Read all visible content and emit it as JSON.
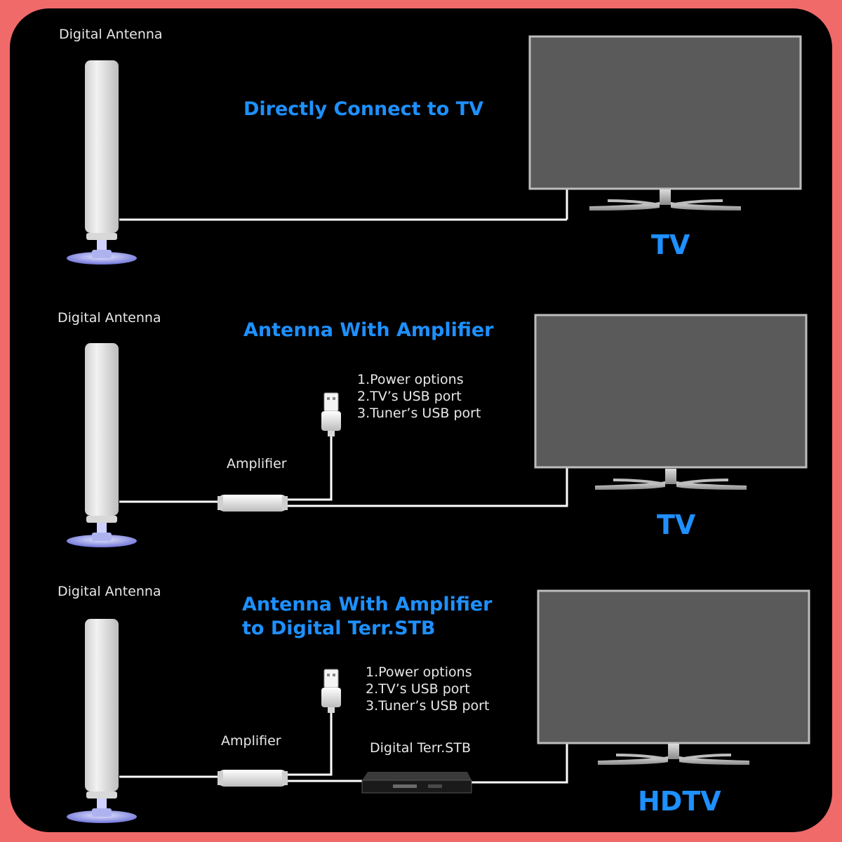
{
  "colors": {
    "background": "#000000",
    "frame": "#f06a6a",
    "accent": "#1e90ff",
    "cable": "#ffffff",
    "screen": "#5a5a5a"
  },
  "sections": [
    {
      "antenna_label": "Digital Antenna",
      "title_lines": [
        "Directly Connect to TV"
      ],
      "tv_label": "TV"
    },
    {
      "antenna_label": "Digital Antenna",
      "title_lines": [
        "Antenna With Amplifier"
      ],
      "amplifier_label": "Amplifier",
      "power_options": [
        "1.Power options",
        "2.TV’s USB port",
        "3.Tuner’s USB port"
      ],
      "tv_label": "TV"
    },
    {
      "antenna_label": "Digital Antenna",
      "title_lines": [
        "Antenna With Amplifier",
        "to Digital Terr.STB"
      ],
      "amplifier_label": "Amplifier",
      "power_options": [
        "1.Power options",
        "2.TV’s USB port",
        "3.Tuner’s USB port"
      ],
      "stb_label": "Digital Terr.STB",
      "tv_label": "HDTV"
    }
  ]
}
